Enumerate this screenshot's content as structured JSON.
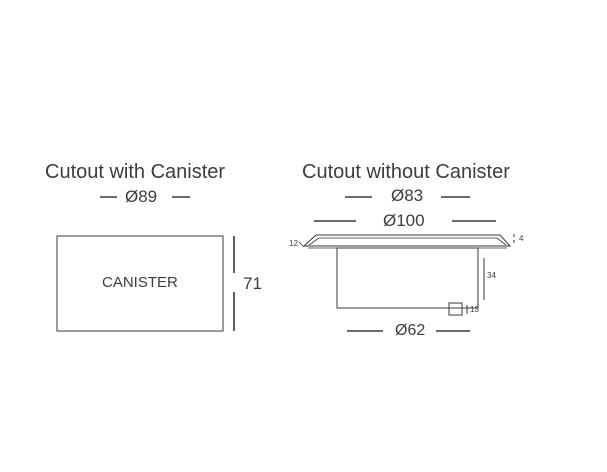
{
  "left_view": {
    "title": "Cutout with Canister",
    "width_label": "Ø89",
    "height_label": "71",
    "box_label": "CANISTER"
  },
  "right_view": {
    "title": "Cutout without Canister",
    "top_width_label": "Ø83",
    "flange_width_label": "Ø100",
    "body_width_label": "Ø62",
    "flange_height_label": "4",
    "flange_left_label": "12",
    "body_height_label": "34",
    "bottom_height_label": "13"
  }
}
